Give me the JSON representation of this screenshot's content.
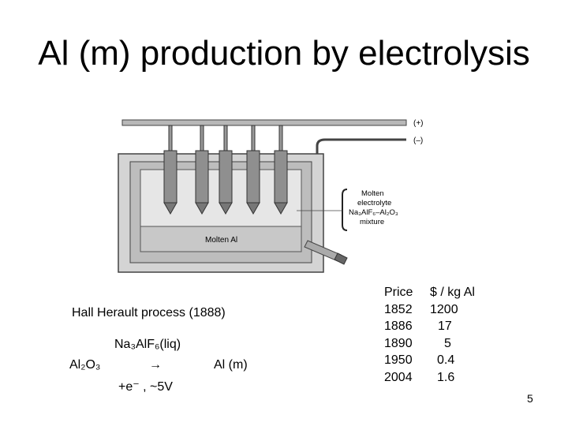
{
  "slide": {
    "title": "Al (m) production by electrolysis",
    "page_number": "5"
  },
  "diagram": {
    "label_plus": "(+)",
    "label_minus": "(–)",
    "molten_electrolyte_line1": "Molten",
    "molten_electrolyte_line2": "electrolyte",
    "molten_electrolyte_line3": "Na₃AlF₆–Al₂O₃",
    "molten_electrolyte_line4": "mixture",
    "molten_al": "Molten Al"
  },
  "process": {
    "name": "Hall Herault process (1888)"
  },
  "reaction": {
    "solvent": "Na₃AlF₆(liq)",
    "reactant": "Al₂O₃",
    "arrow": "→",
    "product": "Al (m)",
    "electrons": "+e⁻ , ~5V"
  },
  "price_table": {
    "header_year": "Price",
    "header_value": "$ / kg Al",
    "rows": [
      {
        "year": "1852",
        "value": "1200"
      },
      {
        "year": "1886",
        "value": "17"
      },
      {
        "year": "1890",
        "value": "5"
      },
      {
        "year": "1950",
        "value": "0.4"
      },
      {
        "year": "2004",
        "value": "1.6"
      }
    ]
  }
}
